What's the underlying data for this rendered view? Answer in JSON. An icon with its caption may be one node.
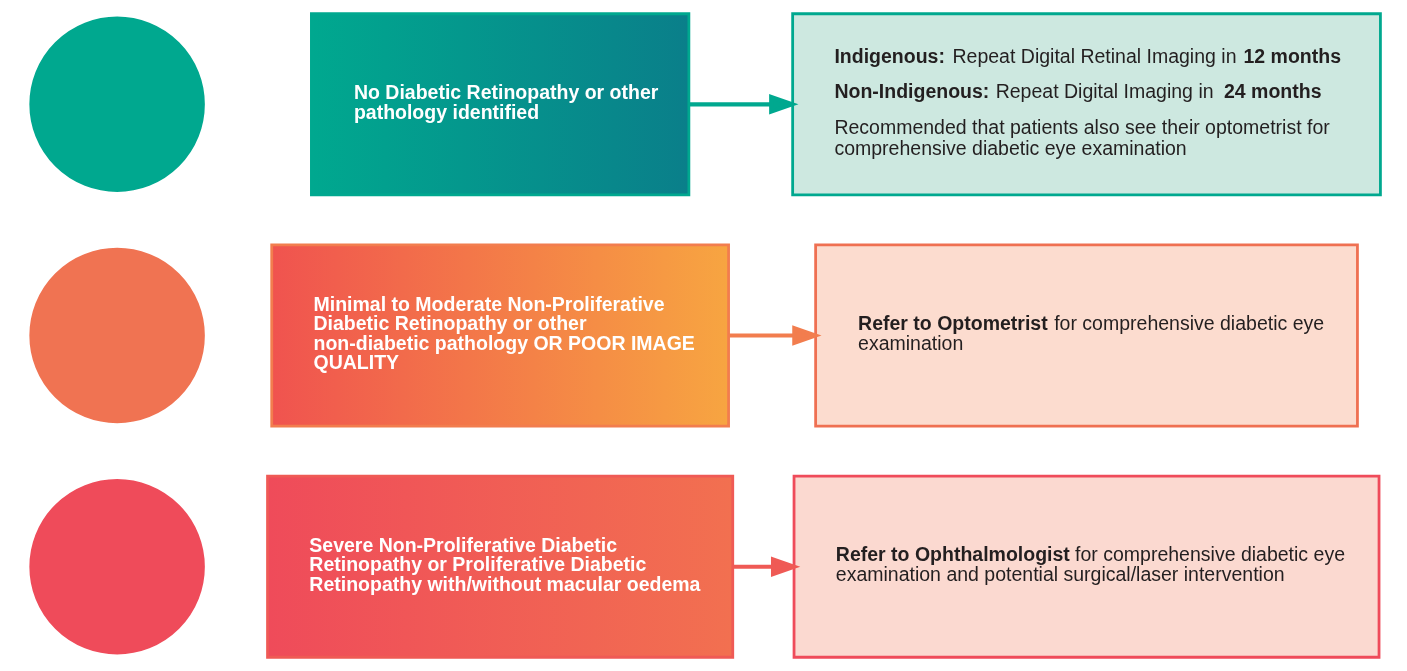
{
  "diagram": {
    "nodes": [
      {
        "text": [],
        "shape": "circle"
      },
      {
        "text": [
          "No Diabetic Retinopathy or other pathology identified"
        ]
      },
      {
        "text": [
          "**Indigenous:** Repeat Digital Retinal Imaging in **12 months**",
          "**Non-Indigenous:** Repeat Digital Imaging in **24 months**",
          "Recommended that patients also see their optometrist for comprehensive diabetic eye examination"
        ]
      },
      {
        "text": [],
        "shape": "circle"
      },
      {
        "text": [
          "Minimal to Moderate Non-Proliferative Diabetic Retinopathy or other non-diabetic pathology OR POOR IMAGE QUALITY"
        ]
      },
      {
        "text": [
          "**Refer to Optometrist** for comprehensive diabetic eye examination"
        ]
      },
      {
        "text": [],
        "shape": "circle"
      },
      {
        "text": [
          "Severe Non-Proliferative Diabetic Retinopathy or Proliferative Diabetic Retinopathy with/without macular oedema"
        ]
      },
      {
        "text": [
          "**Refer to Ophthalmologist** for comprehensive diabetic eye examination and potential surgical/laser intervention"
        ]
      }
    ],
    "edges": [
      {
        "from": 1,
        "to": 2,
        "arrow": "to",
        "color": "#00a88f"
      },
      {
        "from": 4,
        "to": 5,
        "arrow": "to",
        "color": "#f27d4e"
      },
      {
        "from": 7,
        "to": 8,
        "arrow": "to",
        "color": "#ef5a55"
      }
    ]
  }
}
